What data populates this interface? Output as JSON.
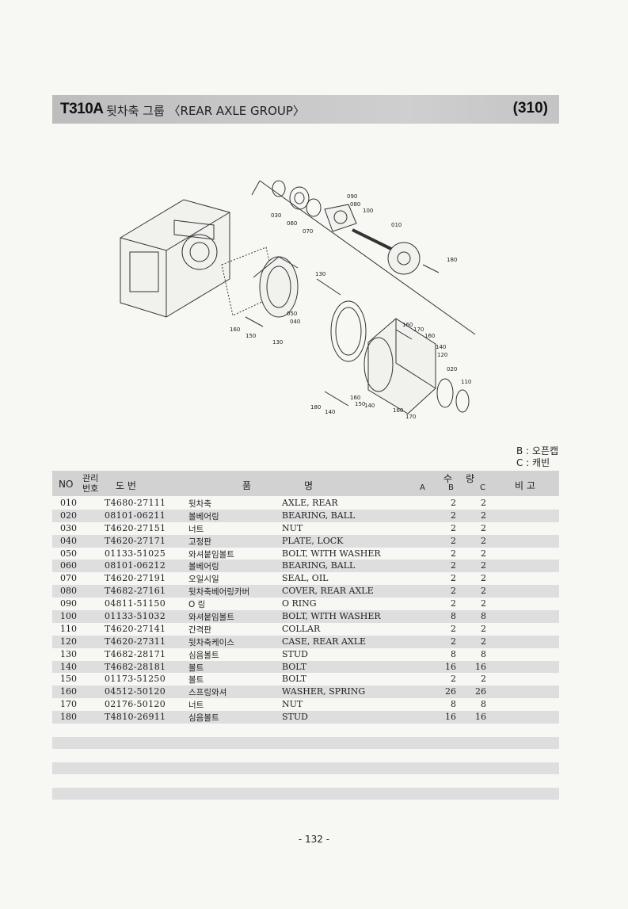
{
  "header": {
    "code": "T310A",
    "title": "뒷차축 그룹 〈REAR AXLE GROUP〉",
    "number": "(310)"
  },
  "diagram": {
    "callouts": [
      "090",
      "080",
      "100",
      "030",
      "060",
      "070",
      "010",
      "180",
      "130",
      "050",
      "040",
      "160",
      "150",
      "130",
      "160",
      "170",
      "160",
      "140",
      "120",
      "020",
      "110",
      "160",
      "150",
      "140",
      "180",
      "140",
      "160",
      "170"
    ]
  },
  "legend": {
    "b": "B : 오픈캡",
    "c": "C : 캐빈"
  },
  "table": {
    "headers": {
      "no": "NO",
      "mgmt_top": "관리",
      "mgmt_bottom": "번호",
      "part": "도    번",
      "name_1": "품",
      "name_2": "명",
      "qty_1": "수",
      "qty_2": "량",
      "a": "A",
      "b": "B",
      "c": "C",
      "remarks": "비 고"
    },
    "rows": [
      {
        "no": "010",
        "part": "T4680-27111",
        "kr": "뒷차축",
        "en": "AXLE, REAR",
        "b": "2",
        "c": "2"
      },
      {
        "no": "020",
        "part": "08101-06211",
        "kr": "볼베어링",
        "en": "BEARING, BALL",
        "b": "2",
        "c": "2"
      },
      {
        "no": "030",
        "part": "T4620-27151",
        "kr": "너트",
        "en": "NUT",
        "b": "2",
        "c": "2"
      },
      {
        "no": "040",
        "part": "T4620-27171",
        "kr": "고정판",
        "en": "PLATE, LOCK",
        "b": "2",
        "c": "2"
      },
      {
        "no": "050",
        "part": "01133-51025",
        "kr": "와셔붙임볼트",
        "en": "BOLT, WITH WASHER",
        "b": "2",
        "c": "2"
      },
      {
        "no": "060",
        "part": "08101-06212",
        "kr": "볼베어링",
        "en": "BEARING, BALL",
        "b": "2",
        "c": "2"
      },
      {
        "no": "070",
        "part": "T4620-27191",
        "kr": "오일시일",
        "en": "SEAL, OIL",
        "b": "2",
        "c": "2"
      },
      {
        "no": "080",
        "part": "T4682-27161",
        "kr": "뒷차축베어링카버",
        "en": "COVER, REAR AXLE",
        "b": "2",
        "c": "2"
      },
      {
        "no": "090",
        "part": "04811-51150",
        "kr": "O 링",
        "en": "O RING",
        "b": "2",
        "c": "2"
      },
      {
        "no": "100",
        "part": "01133-51032",
        "kr": "와셔붙임볼트",
        "en": "BOLT, WITH WASHER",
        "b": "8",
        "c": "8"
      },
      {
        "no": "110",
        "part": "T4620-27141",
        "kr": "간격판",
        "en": "COLLAR",
        "b": "2",
        "c": "2"
      },
      {
        "no": "120",
        "part": "T4620-27311",
        "kr": "뒷차축케이스",
        "en": "CASE, REAR AXLE",
        "b": "2",
        "c": "2"
      },
      {
        "no": "130",
        "part": "T4682-28171",
        "kr": "심음볼트",
        "en": "STUD",
        "b": "8",
        "c": "8"
      },
      {
        "no": "140",
        "part": "T4682-28181",
        "kr": "볼트",
        "en": "BOLT",
        "b": "16",
        "c": "16"
      },
      {
        "no": "150",
        "part": "01173-51250",
        "kr": "볼트",
        "en": "BOLT",
        "b": "2",
        "c": "2"
      },
      {
        "no": "160",
        "part": "04512-50120",
        "kr": "스프링와셔",
        "en": "WASHER, SPRING",
        "b": "26",
        "c": "26"
      },
      {
        "no": "170",
        "part": "02176-50120",
        "kr": "너트",
        "en": "NUT",
        "b": "8",
        "c": "8"
      },
      {
        "no": "180",
        "part": "T4810-26911",
        "kr": "심음볼트",
        "en": "STUD",
        "b": "16",
        "c": "16"
      }
    ]
  },
  "footer": {
    "page": "- 132 -"
  }
}
